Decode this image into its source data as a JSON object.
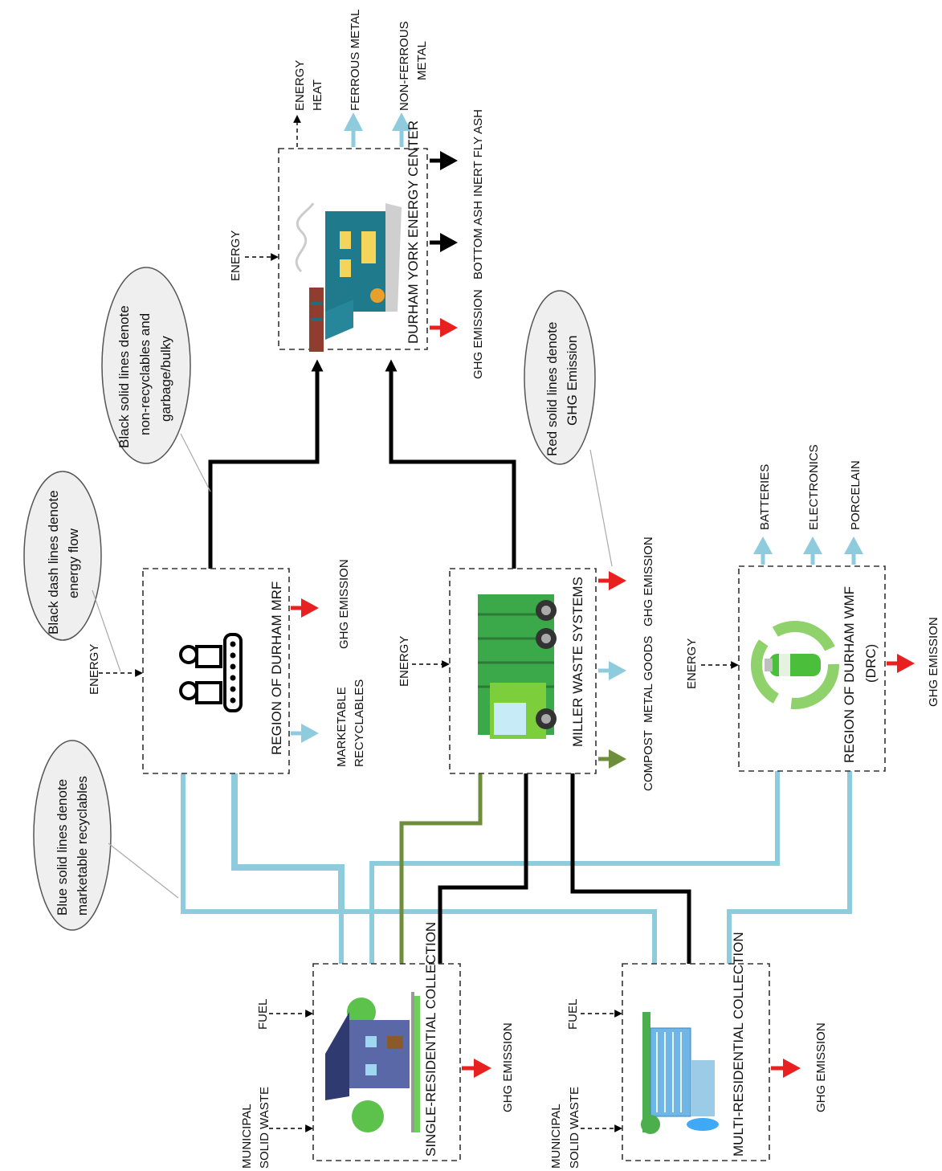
{
  "nodes": {
    "single_residential": "SINGLE-RESIDENTIAL COLLECTION",
    "multi_residential": "MULTI-RESIDENTIAL COLLECTION",
    "durham_mrf": "REGION OF DURHAM MRF",
    "miller": "MILLER WASTE SYSTEMS",
    "durham_wmf": "REGION OF DURHAM WMF",
    "durham_wmf_sub": "(DRC)",
    "energy_center": "DURHAM YORK ENERGY CENTER"
  },
  "inputs": {
    "msw_line1": "MUNICIPAL",
    "msw_line2": "SOLID WASTE",
    "fuel": "FUEL",
    "energy": "ENERGY"
  },
  "outputs": {
    "ghg": "GHG EMISSION",
    "marketable_line1": "MARKETABLE",
    "marketable_line2": "RECYCLABLES",
    "compost": "COMPOST",
    "metal_goods": "METAL GOODS",
    "batteries": "BATTERIES",
    "electronics": "ELECTRONICS",
    "porcelain": "PORCELAIN",
    "bottom_ash": "BOTTOM ASH",
    "inert_fly_ash": "INERT FLY ASH",
    "energy_line1": "ENERGY",
    "energy_line2": "HEAT",
    "ferrous": "FERROUS METAL",
    "nonferrous_line1": "NON-FERROUS",
    "nonferrous_line2": "METAL"
  },
  "legend": {
    "blue_line1": "Blue solid lines denote",
    "blue_line2": "marketable recyclables",
    "dash_line1": "Black dash lines denote",
    "dash_line2": "energy flow",
    "black_line1": "Black solid lines denote",
    "black_line2": "non-recyclables and",
    "black_line3": "garbage/bulky",
    "red_line1": "Red solid lines denote",
    "red_line2": "GHG Emission"
  },
  "colors": {
    "recyclables": "#8ecbdc",
    "garbage": "#000000",
    "compost": "#6f8e3b",
    "ghg": "#e8201f"
  }
}
